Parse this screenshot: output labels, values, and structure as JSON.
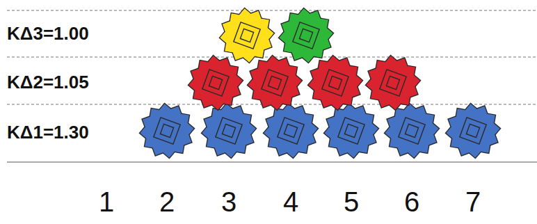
{
  "diagram": {
    "labels": [
      "KΔ3=1.00",
      "KΔ2=1.05",
      "KΔ1=1.30",
      "1",
      "2",
      "3",
      "4",
      "5",
      "6",
      "7"
    ]
  }
}
